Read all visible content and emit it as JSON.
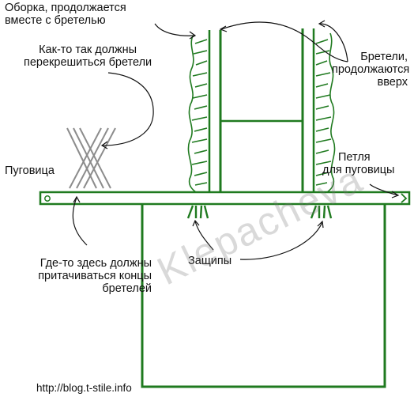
{
  "labels": {
    "ruffle": [
      "Оборка, продолжается",
      "вместе с бретелью"
    ],
    "cross": [
      "Как-то так должны",
      "перекрешиться бретели"
    ],
    "straps": [
      "Бретели,",
      "продолжаются",
      "вверх"
    ],
    "button": "Пуговица",
    "loop": [
      "Петля",
      "для пуговицы"
    ],
    "strap_ends": [
      "Где-то здесь должны",
      "притачиваться концы",
      "бретелей"
    ],
    "darts": "Защипы"
  },
  "watermark": "Klepacheva",
  "footer_url": "http://blog.t-stile.info",
  "colors": {
    "garment_line": "#1f7a1f",
    "cross_strap": "#8c8c8c",
    "arrow": "#111111",
    "watermark": "#9a9a9a"
  }
}
